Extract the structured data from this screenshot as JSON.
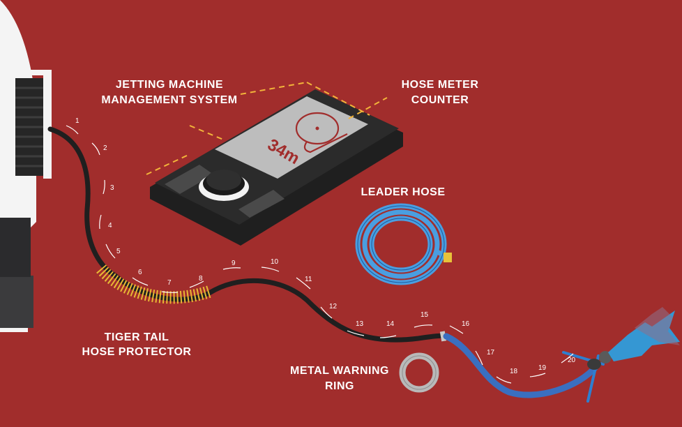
{
  "labels": {
    "jetting_line1": "JETTING MACHINE",
    "jetting_line2": "MANAGEMENT SYSTEM",
    "meter_line1": "HOSE METER",
    "meter_line2": "COUNTER",
    "leader_hose": "LEADER HOSE",
    "tiger_line1": "TIGER TAIL",
    "tiger_line2": "HOSE PROTECTOR",
    "ring_line1": "METAL WARNING",
    "ring_line2": "RING"
  },
  "device": {
    "reading": "34m"
  },
  "meter_marks": [
    "1",
    "2",
    "3",
    "4",
    "5",
    "6",
    "7",
    "8",
    "9",
    "10",
    "11",
    "12",
    "13",
    "14",
    "15",
    "16",
    "17",
    "18",
    "19",
    "20"
  ],
  "colors": {
    "background": "#a12d2c",
    "hose": "#1f1f1f",
    "leader_hose": "#3a6fc0",
    "coil": "#4a9ee0",
    "tiger_tail": "#e8b834",
    "dashes": "#f2b43a",
    "nozzle_spray": "#29a3e6"
  }
}
